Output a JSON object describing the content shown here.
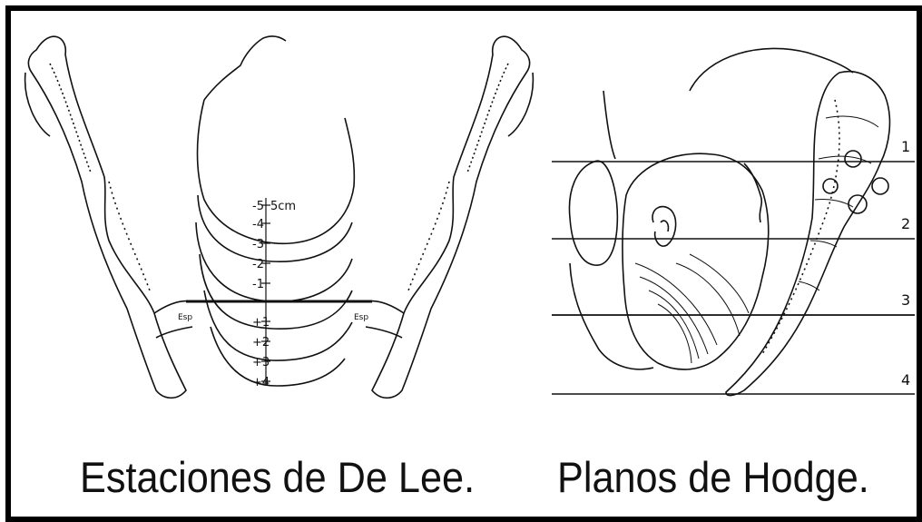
{
  "left_figure": {
    "caption": "Estaciones de De Lee.",
    "scale_top_label": "5cm",
    "labels_above": [
      "-5",
      "-4",
      "-3",
      "-2",
      "-1"
    ],
    "labels_below": [
      "+1",
      "+2",
      "+3",
      "+4"
    ],
    "spine_label_left": "Esp",
    "spine_label_right": "Esp"
  },
  "right_figure": {
    "caption": "Planos de Hodge.",
    "planes": [
      "1",
      "2",
      "3",
      "4"
    ]
  }
}
